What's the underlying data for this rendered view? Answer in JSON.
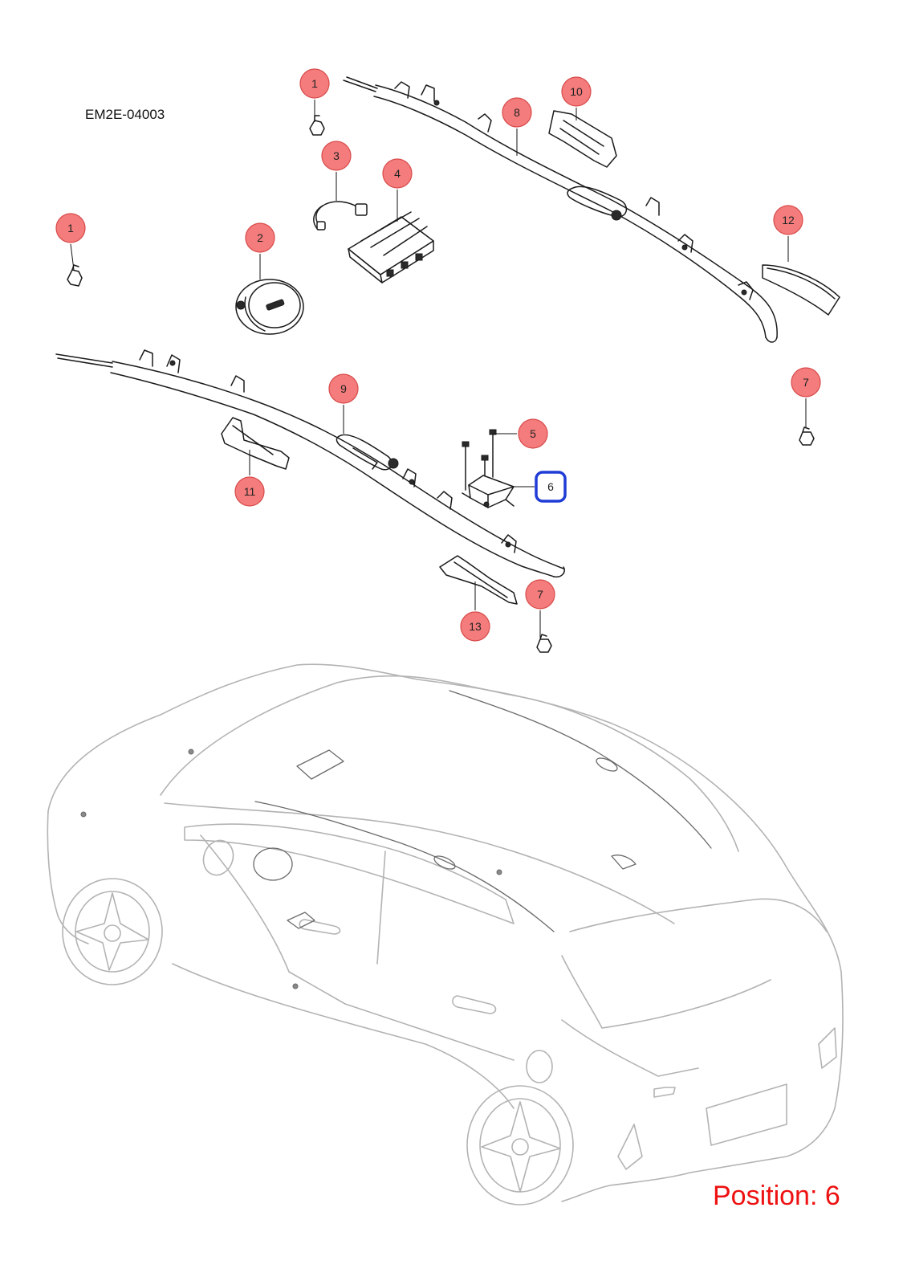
{
  "document_code": "EM2E-04003",
  "position_label": "Position: 6",
  "callout_labels": {
    "c1a": "1",
    "c1b": "1",
    "c2": "2",
    "c3": "3",
    "c4": "4",
    "c5": "5",
    "c6": "6",
    "c7a": "7",
    "c7b": "7",
    "c8": "8",
    "c9": "9",
    "c10": "10",
    "c11": "11",
    "c12": "12",
    "c13": "13"
  },
  "selected_position": "6",
  "colors": {
    "callout_fill": "#f47c7c",
    "selection_outline": "#1f3cd6",
    "position_text": "#ee1111"
  }
}
